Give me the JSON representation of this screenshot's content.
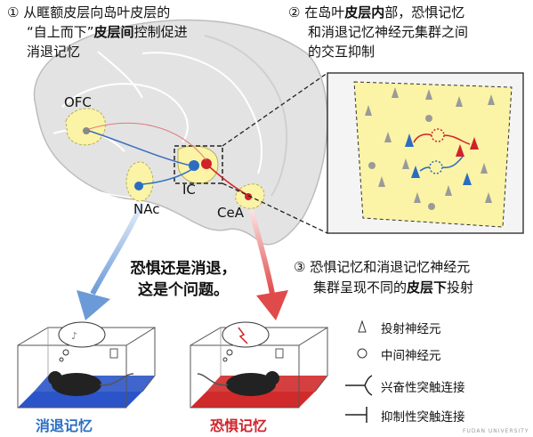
{
  "note1": {
    "num": "①",
    "line1": "从眶额皮层向岛叶皮层的",
    "line2_pre": "“自上而下”",
    "line2_bold": "皮层间",
    "line2_post": "控制促进",
    "line3": "消退记忆"
  },
  "note2": {
    "num": "②",
    "line1_pre": "在岛叶",
    "line1_bold": "皮层内",
    "line1_post": "部，恐惧记忆",
    "line2": "和消退记忆神经元集群之间",
    "line3": "的交互抑制"
  },
  "note3": {
    "num": "③",
    "line1": "恐惧记忆和消退记忆神经元",
    "line2_pre": "集群呈现不同的",
    "line2_bold": "皮层下",
    "line2_post": "投射"
  },
  "regions": {
    "ofc": "OFC",
    "nac": "NAc",
    "ic": "IC",
    "cea": "CeA"
  },
  "question": {
    "line1": "恐惧还是消退，",
    "line2": "这是个问题。"
  },
  "legend": {
    "projection": "投射神经元",
    "interneuron": "中间神经元",
    "excitatory": "兴奋性突触连接",
    "inhibitory": "抑制性突触连接"
  },
  "captions": {
    "extinction": "消退记忆",
    "fear": "恐惧记忆"
  },
  "watermark": "FUDAN UNIVERSITY",
  "colors": {
    "blue": "#2a6dc2",
    "red": "#d0222a",
    "yellow": "#fbf3a6",
    "brain": "#e3e3e3"
  }
}
